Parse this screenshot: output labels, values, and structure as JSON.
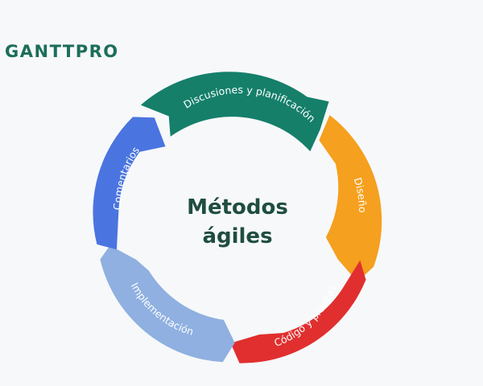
{
  "brand": {
    "logo_text": "GANTTPRO"
  },
  "center": {
    "line1": "Métodos",
    "line2": "ágiles"
  },
  "cycle": {
    "segments": [
      {
        "label": "Discusiones y planificación",
        "color": "#157f6a"
      },
      {
        "label": "Diseño",
        "color": "#f5a01e"
      },
      {
        "label": "Código y pruebas",
        "color": "#e12f2f"
      },
      {
        "label": "Implementación",
        "color": "#8fb0e0"
      },
      {
        "label": "Comentarios",
        "color": "#4a75e0"
      }
    ]
  }
}
